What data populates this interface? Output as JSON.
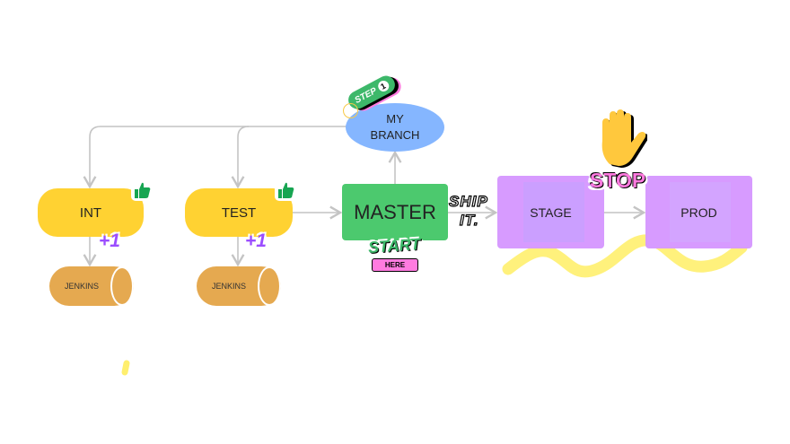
{
  "nodes": {
    "int": "INT",
    "test": "TEST",
    "jenkins_1": "JENKINS",
    "jenkins_2": "JENKINS",
    "master": "MASTER",
    "my_branch": "MY\nBRANCH",
    "stage": "STAGE",
    "prod": "PROD"
  },
  "stickers": {
    "step": "STEP",
    "step_number": "1",
    "plus_one": "+1",
    "start": "START",
    "here": "HERE",
    "ship": "SHIP",
    "it": "IT.",
    "stop": "STOP",
    "thumbs_up_icon": "thumbs-up-icon",
    "hand_icon": "raised-hand-icon"
  },
  "colors": {
    "yellow_node": "#FFD232",
    "jenkins": "#E5A950",
    "master": "#4CC96E",
    "branch": "#85B6FF",
    "env": "#D79BFF",
    "connector": "#C4C4C4",
    "highlight": "#FFEF6E",
    "sticker_pink": "#FF7BE0",
    "sticker_green": "#3DB86A",
    "plus_purple": "#9B4DFF"
  }
}
